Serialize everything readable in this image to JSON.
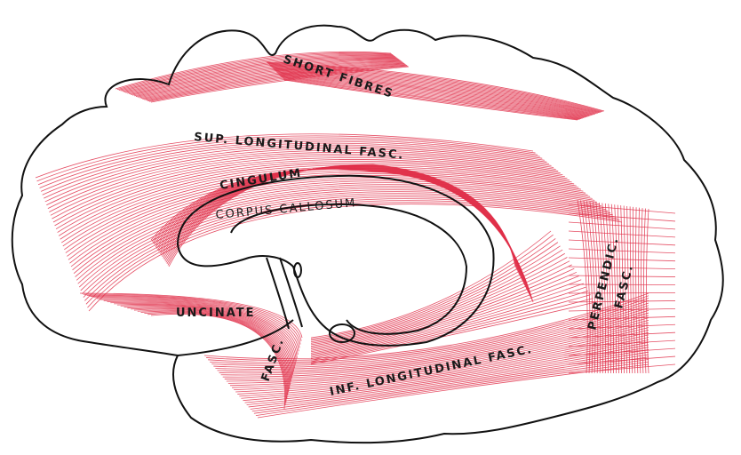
{
  "figure": {
    "labels": {
      "short_fibres": "SHORT FIBRES",
      "sup_longitudinal": "SUP. LONGITUDINAL FASC.",
      "cingulum": "CINGULUM",
      "corpus_callosum": "CORPUS CALLOSUM",
      "uncinate": "UNCINATE",
      "uncinate_fasc": "FASC.",
      "inf_longitudinal": "INF. LONGITUDINAL FASC.",
      "perpendic": "PERPENDIC.",
      "perpendic_fasc": "FASC."
    },
    "colors": {
      "fibre": "#e0304a",
      "outline": "#111111"
    }
  }
}
